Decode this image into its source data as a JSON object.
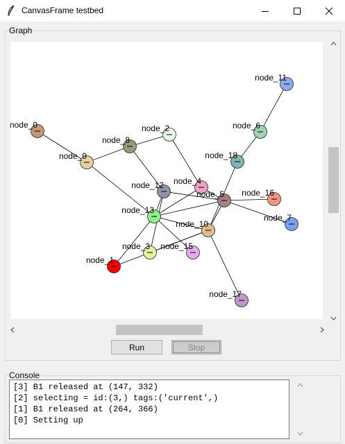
{
  "window": {
    "title": "CanvasFrame testbed"
  },
  "graph_frame": {
    "label": "Graph"
  },
  "graph": {
    "nodes": [
      {
        "id": "node_0",
        "label": "node_0",
        "color": "#c8977a"
      },
      {
        "id": "node_1",
        "label": "node_1",
        "color": "#ff0000"
      },
      {
        "id": "node_2",
        "label": "node_2",
        "color": "#e6fae6"
      },
      {
        "id": "node_3",
        "label": "node_3",
        "color": "#e6f0a0"
      },
      {
        "id": "node_4",
        "label": "node_4",
        "color": "#f0a0c8"
      },
      {
        "id": "node_6",
        "label": "node_6",
        "color": "#a0d2b4"
      },
      {
        "id": "node_7",
        "label": "node_7",
        "color": "#78a0f0"
      },
      {
        "id": "node_8",
        "label": "node_8",
        "color": "#969c78"
      },
      {
        "id": "node_9",
        "label": "node_9",
        "color": "#e6d2a0"
      },
      {
        "id": "node_10",
        "label": "node_10",
        "color": "#dcbe8c"
      },
      {
        "id": "node_11",
        "label": "node_11",
        "color": "#8cacf0"
      },
      {
        "id": "node_12",
        "label": "node_12",
        "color": "#8c96a8"
      },
      {
        "id": "node_13",
        "label": "node_13",
        "color": "#8cf08c"
      },
      {
        "id": "node_15",
        "label": "node_15",
        "color": "#e6aaf0"
      },
      {
        "id": "node_5",
        "label": "node_5",
        "color": "#a08282"
      },
      {
        "id": "node_16",
        "label": "node_16",
        "color": "#f0967d"
      },
      {
        "id": "node_17",
        "label": "node_17",
        "color": "#be96c8"
      },
      {
        "id": "node_18",
        "label": "node_18",
        "color": "#82b4b4"
      }
    ]
  },
  "buttons": {
    "run": "Run",
    "stop": "Stop"
  },
  "console_frame": {
    "label": "Console"
  },
  "console": {
    "lines": [
      "[3] B1 released at (147, 332)",
      "[2] selecting = id:(3,) tags:('current',)",
      "[1] B1 released at (264, 366)",
      "[0] Setting up"
    ]
  }
}
